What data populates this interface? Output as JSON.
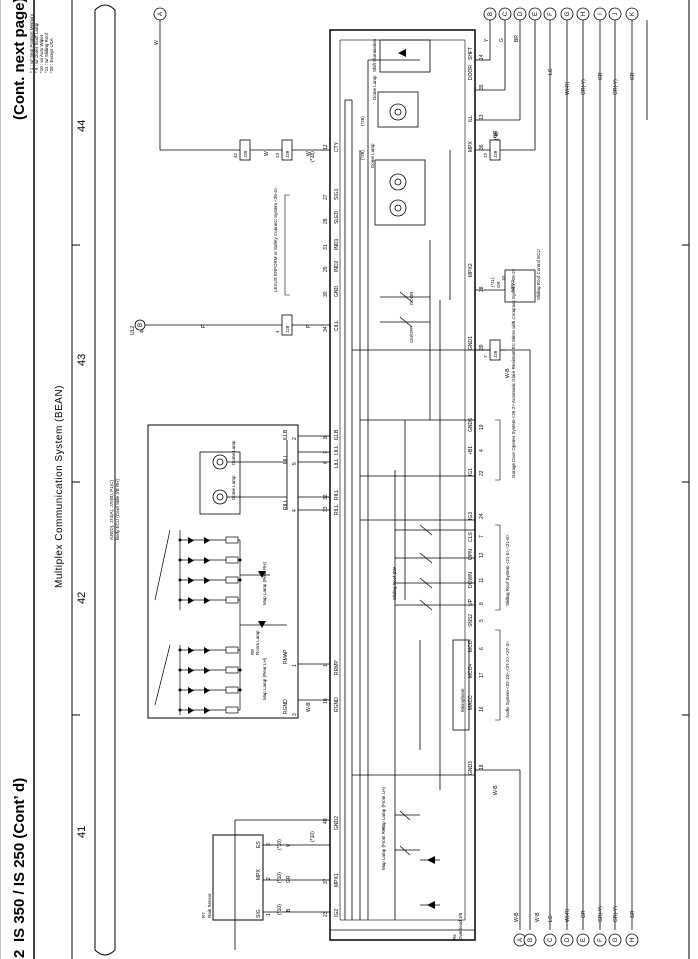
{
  "page": {
    "top_title": "IS 350 / IS 250 (Cont’ d)",
    "page_num": "2",
    "cont_next": "(Cont. next page)",
    "diagram_title": "Multiplex Communication System (BEAN)",
    "page_refs": [
      "41",
      "42",
      "43",
      "44"
    ]
  },
  "notes": [
    "*  1 : w/ Seat Position Memory",
    "*  9 : w/ Outer Scuff Lamp",
    "*10 : w/ Auto Wiper",
    "*11 : w/ Sliding Roof",
    "*28 : Except USA"
  ],
  "overhead_jb": {
    "id": "R5",
    "name": "Overhead J/B"
  },
  "rain_sensor": {
    "id": "R7",
    "name": "Rain Sensor",
    "pins": [
      "SIG",
      "MPX",
      "ES"
    ],
    "nums": [
      "1",
      "2",
      "3"
    ]
  },
  "room_lamp": {
    "id": "R8",
    "name": "Room Lamp",
    "pins": [
      "RGND",
      "RMAP",
      "RILL",
      "LILL",
      "ILLB"
    ],
    "dome": "Dome Lamp",
    "map_left": "Map Lamp (Rear LH)",
    "map_right": "Map Lamp (Rear RH)"
  },
  "body_ecu": {
    "refs": "A36(D), J74(A), J75(B), P1(C)",
    "name": "Body ECU (Cowl Side J/B RH)"
  },
  "jb_pins_left": [
    {
      "name": "IG2",
      "num": "23"
    },
    {
      "name": "MPX1",
      "num": "37"
    },
    {
      "name": "GND2",
      "num": "40"
    },
    {
      "name": "RGND",
      "num": "10"
    },
    {
      "name": "RRMP",
      "num": "1"
    },
    {
      "name": "RILL",
      "num": "33"
    },
    {
      "name": "RILL",
      "num": "32"
    },
    {
      "name": "LILL",
      "num": "6"
    },
    {
      "name": "LILL",
      "num": "7"
    },
    {
      "name": "ILLB",
      "num": "8"
    },
    {
      "name": "CILL",
      "num": "34"
    },
    {
      "name": "CTY",
      "num": "12"
    }
  ],
  "jb_pins_right": [
    {
      "name": "GND3",
      "num": "18"
    },
    {
      "name": "MACC",
      "num": "16"
    },
    {
      "name": "MCO+",
      "num": "17"
    },
    {
      "name": "MCO-",
      "num": "6"
    },
    {
      "name": "SNS2",
      "num": "5"
    },
    {
      "name": "UP",
      "num": "8"
    },
    {
      "name": "DOWN",
      "num": "11"
    },
    {
      "name": "OPN",
      "num": "12"
    },
    {
      "name": "CLS",
      "num": "7"
    },
    {
      "name": "IG3",
      "num": "24"
    },
    {
      "name": "IG1",
      "num": "22"
    },
    {
      "name": "+B1",
      "num": "4"
    },
    {
      "name": "GND5",
      "num": "19"
    },
    {
      "name": "GND1",
      "num": "39"
    },
    {
      "name": "MPX2",
      "num": "38"
    },
    {
      "name": "GND",
      "num": "30"
    },
    {
      "name": "IND2",
      "num": "29"
    },
    {
      "name": "IND1",
      "num": "31"
    },
    {
      "name": "SLED",
      "num": "28"
    },
    {
      "name": "SIG1",
      "num": "27"
    },
    {
      "name": "MPX",
      "num": "36"
    },
    {
      "name": "ILL",
      "num": "13"
    },
    {
      "name": "DOOR",
      "num": "35"
    },
    {
      "name": "SHFT",
      "num": "14"
    }
  ],
  "inner_labels": {
    "microphone": "Microphone",
    "sliding_sw": "Sliding Roof SW",
    "map_front_lh": "Map Lamp (Front LH)",
    "map_front_rh": "Map Lamp (Front RH)",
    "dome_lamp": "Dome Lamp",
    "shift_illum": "Shift Illumination",
    "ondoff": "ON/OFF",
    "door": "DOOR"
  },
  "system_refs": [
    "Audio System <32-10>,<37-2>,<37-3>",
    "Sliding Roof System <21-5>,<21-6>",
    "Garage Door Opener System <26-2> Automatic Glare-Resistant EC Mirror with Compass System <26-2>",
    "LEXUS ENFORM or Safety Connect System <35-4>",
    "Sliding Roof Control ECU"
  ],
  "left_connectors": [
    {
      "num": "42",
      "id": "J20"
    },
    {
      "num": "13",
      "id": "J28"
    },
    {
      "num": "4",
      "id": "J28"
    },
    {
      "num": "7",
      "id": "J28"
    },
    {
      "num": "12",
      "id": "J28"
    }
  ],
  "off_page": {
    "top_left": [
      {
        "letter": "A",
        "color": "W"
      },
      {
        "letter": "B",
        "color": "P"
      }
    ],
    "top_right": [
      {
        "letter": "B",
        "color": "Y"
      },
      {
        "letter": "C",
        "color": "G"
      },
      {
        "letter": "D",
        "color": "BR"
      },
      {
        "letter": "E",
        "color": "LG"
      },
      {
        "letter": "F",
        "color": "W(-R)"
      },
      {
        "letter": "G",
        "color": "GR(-Y)"
      },
      {
        "letter": "H",
        "color": "GR"
      },
      {
        "letter": "I",
        "color": "GR(-Y)"
      },
      {
        "letter": "J",
        "color": "GR"
      },
      {
        "letter": "K",
        "color": "GR"
      }
    ],
    "bottom": [
      {
        "letter": "A",
        "color": "W-B"
      },
      {
        "letter": "B",
        "color": "W-B"
      },
      {
        "letter": "C",
        "color": "LG"
      },
      {
        "letter": "D",
        "color": "W(-R)"
      },
      {
        "letter": "E",
        "color": "GR"
      },
      {
        "letter": "F",
        "color": "GR(-Y)"
      },
      {
        "letter": "G",
        "color": "GR(-Y)"
      },
      {
        "letter": "H",
        "color": "GR"
      }
    ]
  },
  "wire_colors": {
    "wb": "W-B",
    "gr": "GR",
    "b": "B",
    "p": "P",
    "w": "W",
    "v": "V"
  },
  "notes_short": {
    "n10": "(*10)",
    "n11": "(*11)",
    "n28": "(*28)",
    "n9": "(*9)"
  },
  "ul2": {
    "label": "UL2",
    "num": "4"
  },
  "mpx1_conn": {
    "id": "MPX1",
    "num": "10"
  },
  "colors": {
    "line": "#000000",
    "background": "#ffffff"
  }
}
